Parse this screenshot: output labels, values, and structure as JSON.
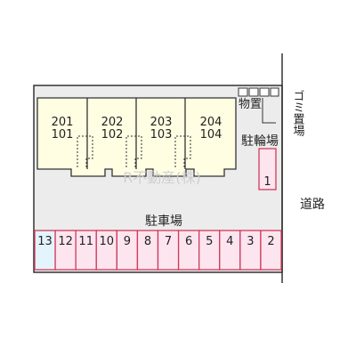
{
  "units": [
    {
      "upper": "201",
      "lower": "101"
    },
    {
      "upper": "202",
      "lower": "102"
    },
    {
      "upper": "203",
      "lower": "103"
    },
    {
      "upper": "204",
      "lower": "104"
    }
  ],
  "labels": {
    "storage": "物置",
    "garbage": "ゴミ置場",
    "bicycle": "駐輪場",
    "parking": "駐車場",
    "road": "道路",
    "extra_space": "1",
    "watermark": "R不動産(株)"
  },
  "parking_spaces": [
    "13",
    "12",
    "11",
    "10",
    "9",
    "8",
    "7",
    "6",
    "5",
    "4",
    "3",
    "2"
  ],
  "colors": {
    "site": "#ececec",
    "building": "#fffde2",
    "parking_pink": "#fce5ef",
    "parking_blue": "#e4f4fc",
    "space_border": "#d03a5c",
    "line": "#333333"
  }
}
